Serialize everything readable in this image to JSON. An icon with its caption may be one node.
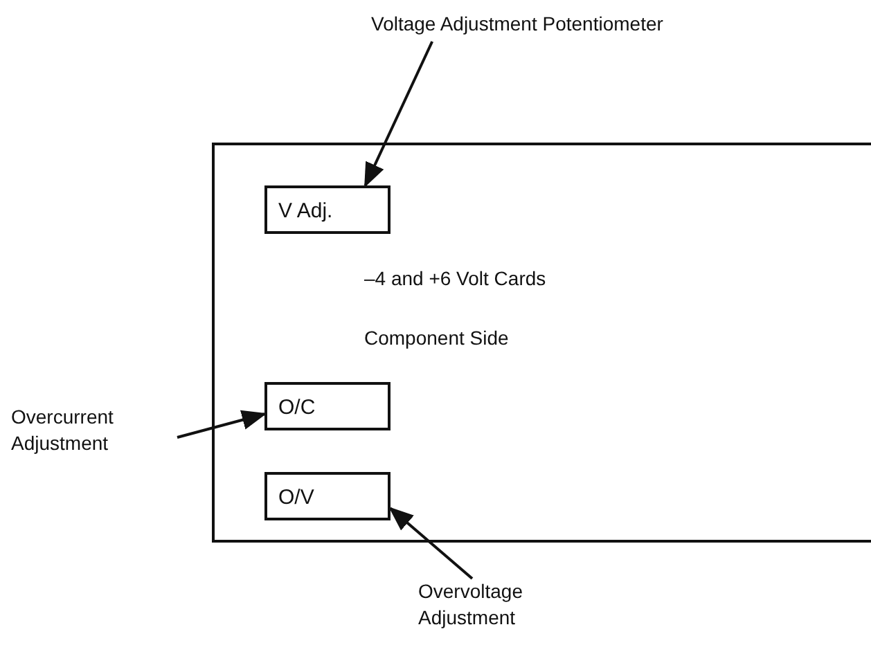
{
  "diagram": {
    "nodes": [
      {
        "text": [
          "Voltage Adjustment Potentiometer"
        ]
      },
      {
        "text": [
          "–4 and +6 Volt Cards",
          "Component Side"
        ]
      },
      {
        "text": [
          "V Adj."
        ],
        "in": 1
      },
      {
        "text": [
          "Overcurrent Adjustment"
        ]
      },
      {
        "text": [
          "O/C"
        ],
        "in": 1
      },
      {
        "text": [
          "O/V"
        ],
        "in": 1
      },
      {
        "text": [
          "Overvoltage Adjustment"
        ]
      }
    ],
    "edges": [
      {
        "from": 0,
        "to": 2,
        "arrow": "to"
      },
      {
        "from": 3,
        "to": 4,
        "arrow": "to"
      },
      {
        "from": 6,
        "to": 5,
        "arrow": "to"
      }
    ]
  }
}
